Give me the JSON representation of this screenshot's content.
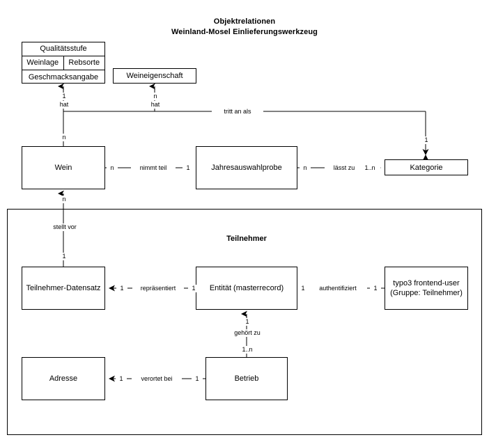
{
  "diagram": {
    "title_line1": "Objektrelationen",
    "title_line2": "Weinland-Mosel Einlieferungswerkzeug",
    "group": {
      "label": "Teilnehmer"
    },
    "entities": {
      "qualitaetsstufe": "Qualitätsstufe",
      "weinlage": "Weinlage",
      "rebsorte": "Rebsorte",
      "geschmacksangabe": "Geschmacksangabe",
      "weineigenschaft": "Weineigenschaft",
      "wein": "Wein",
      "jahresauswahlprobe": "Jahresauswahlprobe",
      "kategorie": "Kategorie",
      "teilnehmer_datensatz": "Teilnehmer-Datensatz",
      "entitaet_line1": "Entität (masterrecord)",
      "typo3_line1": "typo3 frontend-user",
      "typo3_line2": "(Gruppe: Teilnehmer)",
      "adresse": "Adresse",
      "betrieb": "Betrieb"
    },
    "relations": {
      "hat_qualitaet": "hat",
      "hat_eigenschaft": "hat",
      "tritt_an_als": "tritt an als",
      "nimmt_teil": "nimmt teil",
      "laesst_zu": "lässt zu",
      "stellt_vor": "stellt vor",
      "repraesentiert": "repräsentiert",
      "authentifiziert": "authentifiziert",
      "gehoert_zu": "gehört zu",
      "verortet_bei": "verortet bei"
    },
    "cardinalities": {
      "hat_qualitaet_top": "1",
      "hat_eigenschaft_top": "n",
      "wein_up": "n",
      "wein_right": "n",
      "jahres_left": "1",
      "jahres_right": "n",
      "kategorie_left": "1..n",
      "kategorie_top": "1",
      "wein_down": "n",
      "stellt_vor_bottom": "1",
      "repraesentiert_left": "1",
      "repraesentiert_right": "1",
      "authentifiziert_left": "1",
      "authentifiziert_right": "1",
      "gehoert_zu_top": "1",
      "gehoert_zu_bottom": "1..n",
      "verortet_left": "1",
      "verortet_right": "1"
    }
  }
}
